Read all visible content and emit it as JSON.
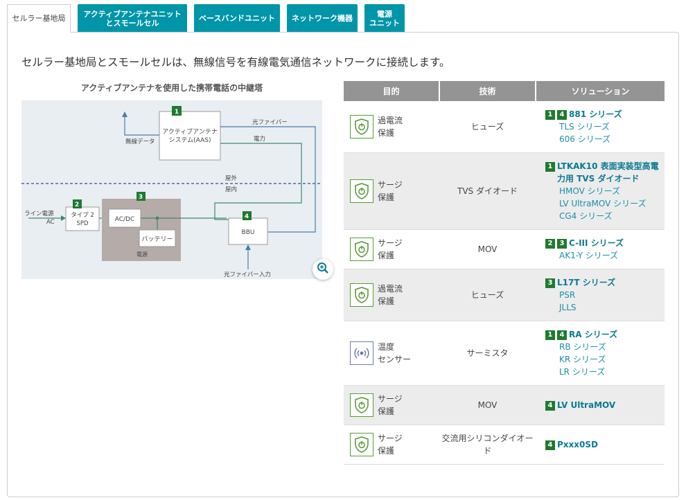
{
  "tabs": [
    {
      "label": "セルラー基地局",
      "active": true
    },
    {
      "label": "アクティブアンテナユニット\nとスモールセル"
    },
    {
      "label": "ベースバンドユニット"
    },
    {
      "label": "ネットワーク機器"
    },
    {
      "label": "電源\nユニット"
    }
  ],
  "intro": "セルラー基地局とスモールセルは、無線信号を有線電気通信ネットワークに接続します。",
  "diagram": {
    "title": "アクティブアンテナを使用した携帯電話の中継塔",
    "aas": "アクティブアンテナ\nシステム(AAS)",
    "wireless_data": "無線データ",
    "fiber": "光ファイバー",
    "power": "電力",
    "outdoor": "屋外",
    "indoor": "屋内",
    "line_power": "ライン電源",
    "ac": "AC",
    "spd": "タイプ 2\nSPD",
    "acdc": "AC/DC",
    "battery": "バッテリー",
    "power_supply": "電源",
    "bbu": "BBU",
    "fiber_input": "光ファイバー入力",
    "badges": [
      "1",
      "2",
      "3",
      "4"
    ]
  },
  "table": {
    "headers": [
      "目的",
      "技術",
      "ソリューション"
    ],
    "rows": [
      {
        "purpose": "過電流\n保護",
        "icon": "shield-power-icon",
        "tech": "ヒューズ",
        "badges": [
          "1",
          "4"
        ],
        "main": "881 シリーズ",
        "subs": [
          "TLS シリーズ",
          "606 シリーズ"
        ]
      },
      {
        "purpose": "サージ\n保護",
        "icon": "shield-power-icon",
        "tech": "TVS ダイオード",
        "badges": [
          "1"
        ],
        "main": "LTKAK10 表面実装型高電力用 TVS ダイオード",
        "subs": [
          "HMOV シリーズ",
          "LV UltraMOV シリーズ",
          "CG4 シリーズ"
        ]
      },
      {
        "purpose": "サージ\n保護",
        "icon": "shield-power-icon",
        "tech": "MOV",
        "badges": [
          "2",
          "3"
        ],
        "main": "C-III シリーズ",
        "subs": [
          "AK1-Y シリーズ"
        ]
      },
      {
        "purpose": "過電流\n保護",
        "icon": "shield-power-icon",
        "tech": "ヒューズ",
        "badges": [
          "3"
        ],
        "main": "L17T シリーズ",
        "subs": [
          "PSR",
          "JLLS"
        ]
      },
      {
        "purpose": "温度\nセンサー",
        "icon": "wireless-sensor-icon",
        "tech": "サーミスタ",
        "badges": [
          "1",
          "4"
        ],
        "main": "RA シリーズ",
        "subs": [
          "RB シリーズ",
          "KR シリーズ",
          "LR シリーズ"
        ]
      },
      {
        "purpose": "サージ\n保護",
        "icon": "shield-power-icon",
        "tech": "MOV",
        "badges": [
          "4"
        ],
        "main": "LV UltraMOV",
        "subs": []
      },
      {
        "purpose": "サージ\n保護",
        "icon": "shield-power-icon",
        "tech": "交流用シリコンダイオード",
        "badges": [
          "4"
        ],
        "main": "Pxxx0SD",
        "subs": []
      }
    ]
  },
  "colors": {
    "tab": "#0095a8",
    "badge": "#1f7a2f",
    "link": "#0b7a92",
    "header": "#949494"
  }
}
